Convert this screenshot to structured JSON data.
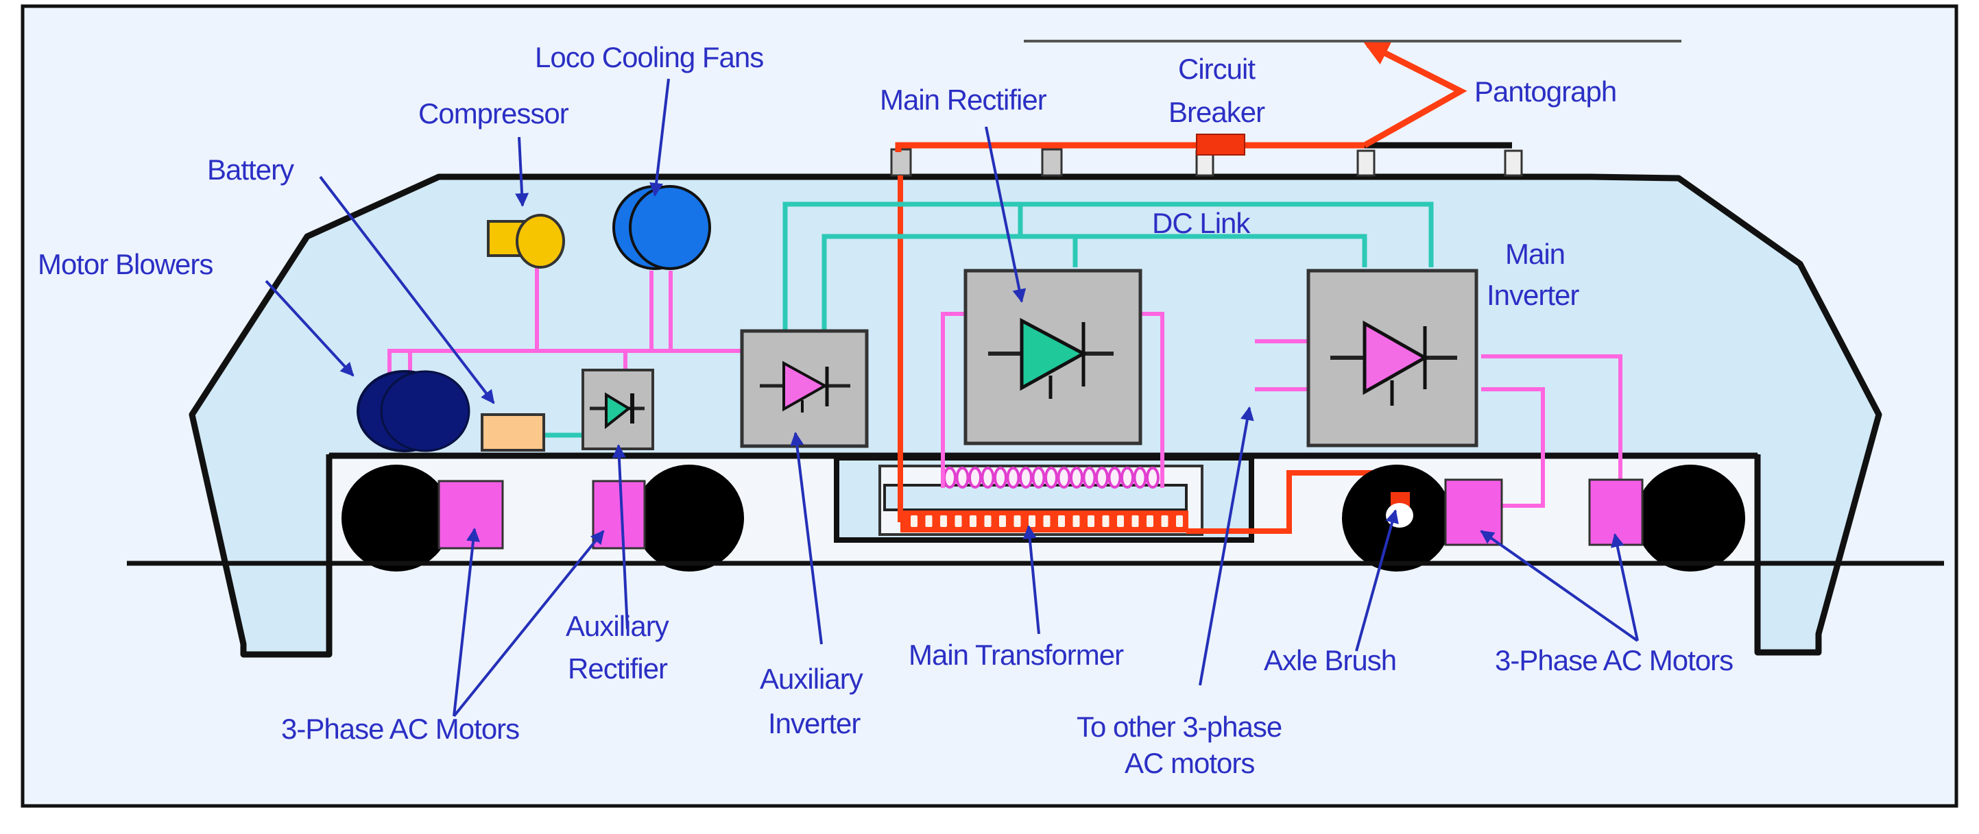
{
  "title": "Electric Locomotive Power System Schematic",
  "colors": {
    "background": "#edf4fd",
    "body_fill": "#d2e9f7",
    "outline": "#111111",
    "label": "#2b2fc4",
    "leader": "#2430b8",
    "power_line": "#ff3d12",
    "aux_line": "#ff66e0",
    "dc_link": "#2cc9b6",
    "converter_box": "#bdbdbd",
    "rectifier_diode": "#1fc99a",
    "inverter_diode": "#f46be6",
    "motor_box": "#f45ee6",
    "wheel": "#000000",
    "compressor": "#f7c400",
    "cooling_fan": "#1674e8",
    "motor_blower": "#0c1877",
    "battery": "#fbc78a",
    "circuit_breaker": "#f4360f",
    "overhead_wire": "#555555"
  },
  "labels": {
    "loco_cooling_fans": "Loco Cooling Fans",
    "compressor": "Compressor",
    "battery": "Battery",
    "motor_blowers": "Motor Blowers",
    "main_rectifier": "Main Rectifier",
    "circuit_breaker_line1": "Circuit",
    "circuit_breaker_line2": "Breaker",
    "pantograph": "Pantograph",
    "dc_link": "DC Link",
    "main_inverter_line1": "Main",
    "main_inverter_line2": "Inverter",
    "aux_rectifier_line1": "Auxiliary",
    "aux_rectifier_line2": "Rectifier",
    "aux_inverter_line1": "Auxiliary",
    "aux_inverter_line2": "Inverter",
    "main_transformer": "Main Transformer",
    "other_motors_line1": "To other 3-phase",
    "other_motors_line2": "AC motors",
    "axle_brush": "Axle Brush",
    "motors_left": "3-Phase AC Motors",
    "motors_right": "3-Phase AC Motors"
  }
}
